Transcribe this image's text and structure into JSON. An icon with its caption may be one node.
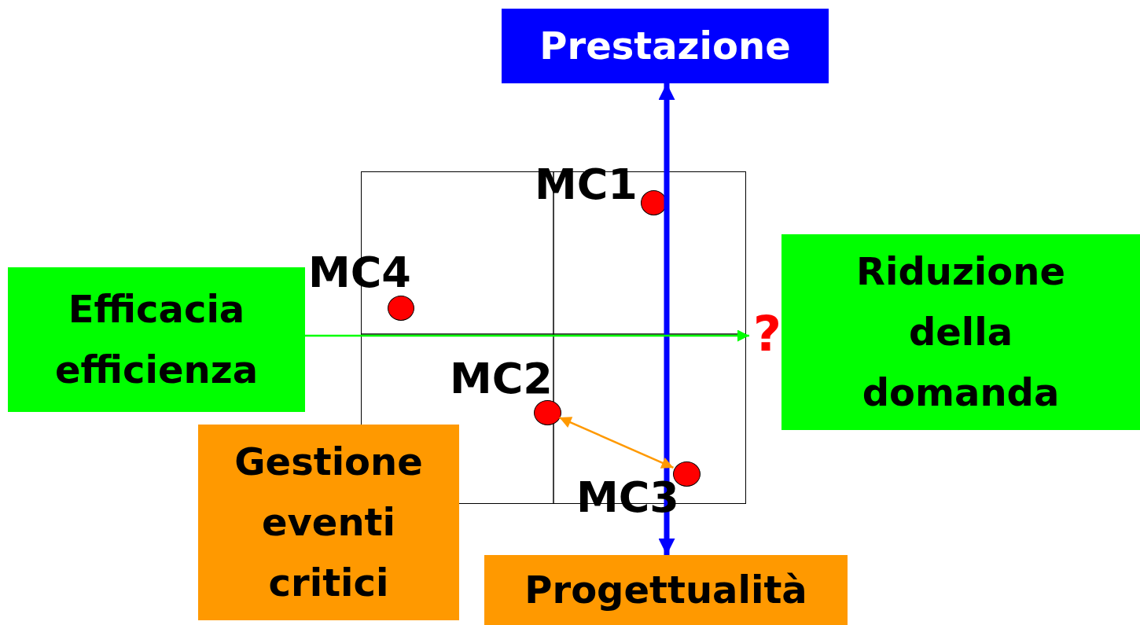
{
  "diagram": {
    "nodes": [
      {
        "text": [
          "Prestazione"
        ]
      },
      {
        "text": [],
        "shape": "box"
      },
      {
        "text": [],
        "shape": "circle",
        "in": 1,
        "beside": [
          "MC1"
        ]
      },
      {
        "text": [
          "Riduzione della domanda"
        ]
      },
      {
        "text": [],
        "shape": "circle",
        "in": 1,
        "beside": [
          "MC4"
        ]
      },
      {
        "text": [
          "Efficacia efficienza"
        ]
      },
      {
        "text": [
          "?"
        ]
      },
      {
        "text": [],
        "shape": "circle",
        "in": 1,
        "beside": [
          "MC2"
        ]
      },
      {
        "text": [
          "Gestione eventi critici"
        ]
      },
      {
        "text": [],
        "shape": "circle",
        "in": 1,
        "beside": [
          "MC3"
        ]
      },
      {
        "text": [
          "Progettualità"
        ]
      }
    ],
    "edges": [
      {
        "from": 0,
        "to": 10,
        "arrow": "both",
        "style": "thick",
        "color": "#0000ff"
      },
      {
        "from": 5,
        "to": 6,
        "arrow": "to",
        "color": "#00ff00"
      },
      {
        "from": 7,
        "to": 9,
        "arrow": "both",
        "color": "#ff9900"
      }
    ]
  }
}
